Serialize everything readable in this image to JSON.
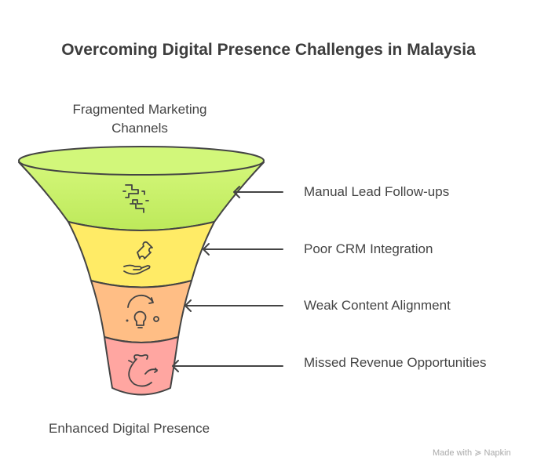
{
  "title": "Overcoming Digital Presence Challenges in Malaysia",
  "top_label": "Fragmented Marketing Channels",
  "bottom_label": "Enhanced Digital Presence",
  "stages": [
    {
      "label": "Manual Lead Follow-ups",
      "icon": "flowchart-icon",
      "color": "#c6ec67"
    },
    {
      "label": "Poor CRM Integration",
      "icon": "puzzle-hand-icon",
      "color": "#ffe766"
    },
    {
      "label": "Weak Content Alignment",
      "icon": "lightbulb-icon",
      "color": "#ffbd85"
    },
    {
      "label": "Missed Revenue Opportunities",
      "icon": "money-bag-icon",
      "color": "#ffa5a1"
    }
  ],
  "credit": "Made with ≽ Napkin"
}
